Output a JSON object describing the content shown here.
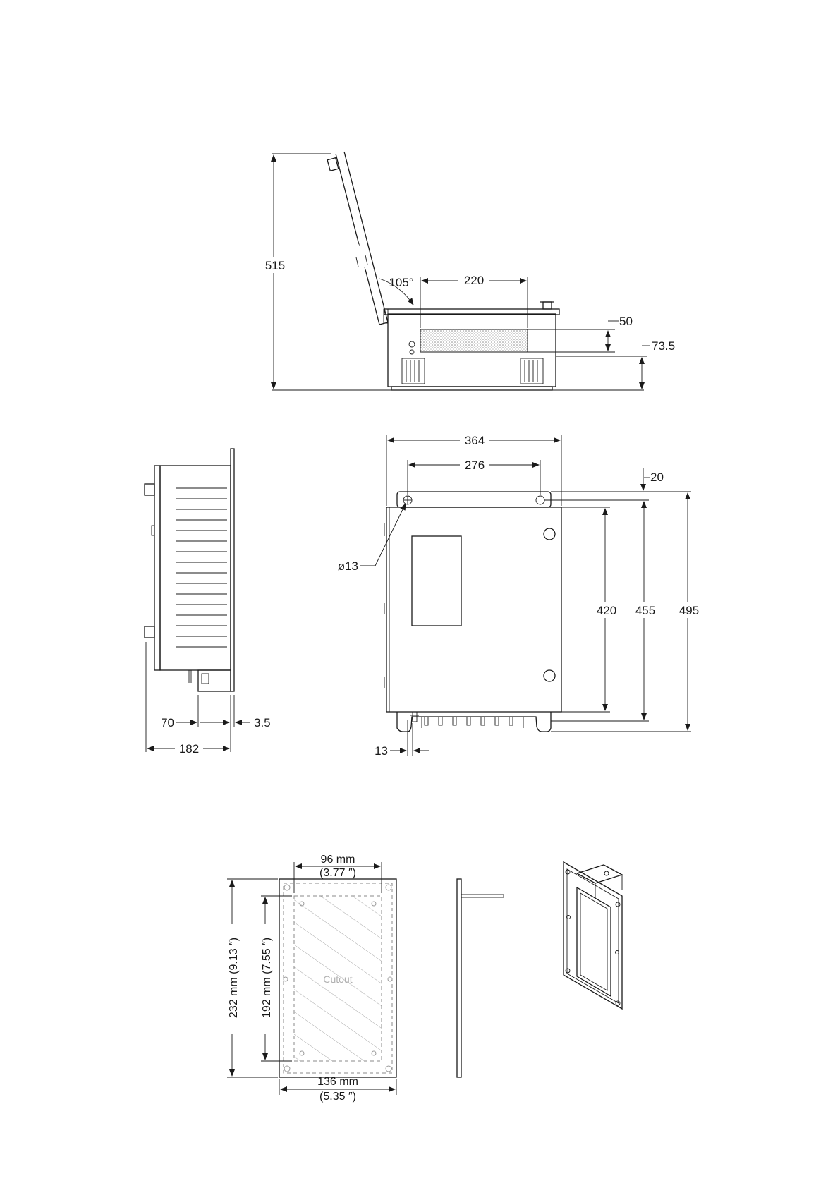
{
  "top_view": {
    "height": "515",
    "angle": "105°",
    "width_window": "220",
    "window_height": "50",
    "window_offset": "73.5"
  },
  "side_view": {
    "depth_total": "182",
    "depth_box": "70",
    "flange": "3.5"
  },
  "front_view": {
    "width": "364",
    "hole_spacing": "276",
    "bracket": "20",
    "hole_diameter": "ø13",
    "height_body": "420",
    "height_holes": "455",
    "height_total": "495",
    "connector_offset": "13"
  },
  "cutout_view": {
    "width_inner_mm": "96 mm",
    "width_inner_in": "(3.77 ″)",
    "height_outer": "232 mm (9.13 ″)",
    "height_inner": "192 mm (7.55 ″)",
    "width_outer_mm": "136 mm",
    "width_outer_in": "(5.35 ″)",
    "cutout_label": "Cutout"
  }
}
